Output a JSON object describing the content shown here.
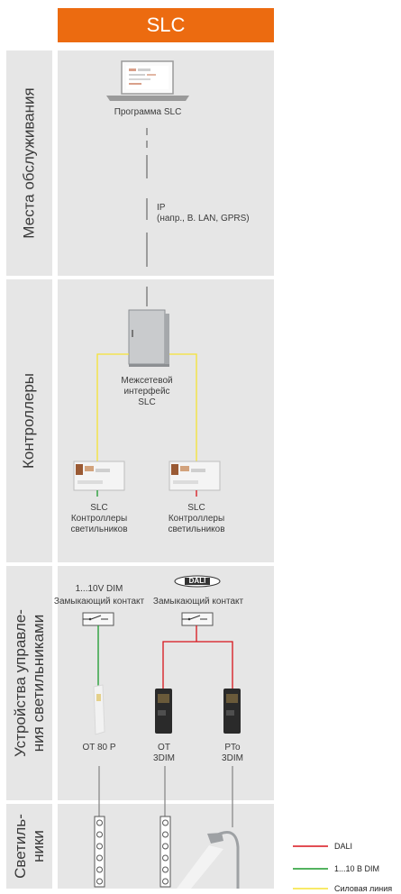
{
  "header": {
    "title": "SLC"
  },
  "sections": {
    "service": "Места обслуживания",
    "controllers": "Контроллеры",
    "control_devices_line1": "Устройства управле-",
    "control_devices_line2": "ния светильниками",
    "luminaires_line1": "Светиль-",
    "luminaires_line2": "ники"
  },
  "service_area": {
    "software": "Программа SLC",
    "ip_line1": "IP",
    "ip_line2": "(напр., В. LAN, GPRS)"
  },
  "controllers_area": {
    "gateway_line1": "Межсетевой",
    "gateway_line2": "интерфейс",
    "gateway_line3": "SLC",
    "left_line1": "SLC",
    "left_line2": "Контроллеры",
    "left_line3": "светильников",
    "right_line1": "SLC",
    "right_line2": "Контроллеры",
    "right_line3": "светильников"
  },
  "devices_area": {
    "left_dim": "1...10V DIM",
    "left_contact": "Замыкающий контакт",
    "dali_logo": "DALI",
    "right_contact": "Замыкающий контакт",
    "driver1_line1": "OT 80 P",
    "driver2_line1": "OT",
    "driver2_line2": "3DIM",
    "driver3_line1": "PTo",
    "driver3_line2": "3DIM"
  },
  "legend": {
    "dali": {
      "label": "DALI",
      "color": "#d8141b"
    },
    "analog": {
      "label": "1...10 В DIM",
      "color": "#1a9a2c"
    },
    "power": {
      "label": "Силовая линия",
      "color": "#f5e335"
    }
  }
}
